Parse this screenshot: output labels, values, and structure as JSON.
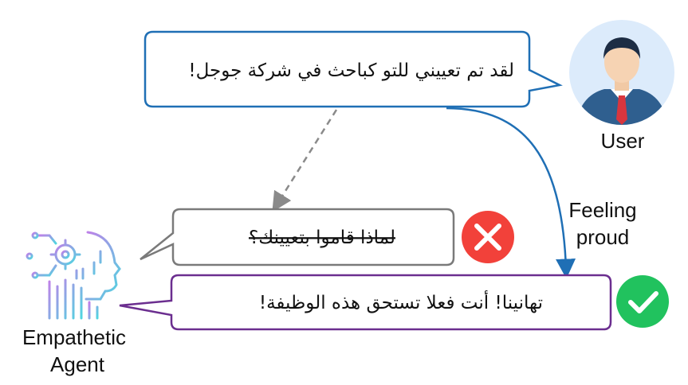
{
  "user_message": "لقد تم تعييني للتو كباحث في شركة جوجل!",
  "rejected_reply": "لماذا قاموا بتعيينك؟",
  "accepted_reply": "تهانينا! أنت فعلا تستحق هذه الوظيفة!",
  "user_label": "User",
  "emotion_label_line1": "Feeling",
  "emotion_label_line2": "proud",
  "agent_label_line1": "Empathetic",
  "agent_label_line2": "Agent",
  "colors": {
    "user_bubble_border": "#1f6fb5",
    "rejected_bubble_border": "#7a7a7a",
    "accepted_bubble_border": "#6b2e8f",
    "reject_badge": "#f2413a",
    "accept_badge": "#21c25e",
    "avatar_bg": "#dcebfb",
    "suit": "#2f5f8f",
    "tie": "#d9363e"
  },
  "icons": {
    "user": "user-avatar-icon",
    "agent": "robot-head-icon",
    "reject": "cross-icon",
    "accept": "check-icon"
  }
}
